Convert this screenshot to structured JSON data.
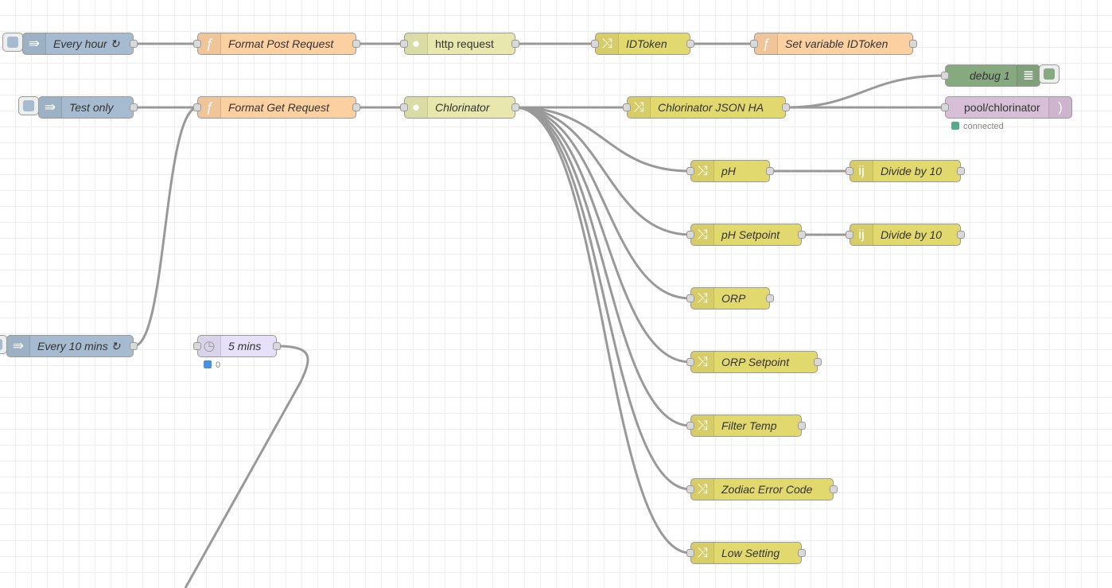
{
  "canvas": {
    "grid": true
  },
  "nodes": {
    "every_hour": {
      "label": "Every hour ↻",
      "icon": "arrow-in-icon"
    },
    "format_post": {
      "label": "Format Post Request",
      "icon": "function-icon"
    },
    "http_request": {
      "label": "http request",
      "icon": "globe-icon"
    },
    "idtoken": {
      "label": "IDToken",
      "icon": "shuffle-icon"
    },
    "set_idtoken": {
      "label": "Set variable IDToken",
      "icon": "function-icon"
    },
    "debug1": {
      "label": "debug 1",
      "icon": "debug-list-icon"
    },
    "test_only": {
      "label": "Test only",
      "icon": "arrow-in-icon"
    },
    "format_get": {
      "label": "Format Get Request",
      "icon": "function-icon"
    },
    "chlorinator": {
      "label": "Chlorinator",
      "icon": "globe-icon"
    },
    "chlorinator_json": {
      "label": "Chlorinator JSON HA",
      "icon": "shuffle-icon"
    },
    "mqtt": {
      "label": "pool/chlorinator",
      "icon": "wifi-icon",
      "status": "connected",
      "status_color": "#5a8"
    },
    "ph": {
      "label": "pH",
      "icon": "shuffle-icon"
    },
    "ph_div": {
      "label": "Divide by 10",
      "icon": "range-icon"
    },
    "ph_setpoint": {
      "label": "pH Setpoint",
      "icon": "shuffle-icon"
    },
    "ph_setpoint_div": {
      "label": "Divide by 10",
      "icon": "range-icon"
    },
    "orp": {
      "label": "ORP",
      "icon": "shuffle-icon"
    },
    "every10": {
      "label": "Every 10 mins ↻",
      "icon": "arrow-in-icon"
    },
    "five_mins": {
      "label": "5 mins",
      "icon": "timer-icon",
      "status": "0",
      "status_color": "#4a90e2"
    },
    "orp_setpoint": {
      "label": "ORP Setpoint",
      "icon": "shuffle-icon"
    },
    "filter_temp": {
      "label": "Filter Temp",
      "icon": "shuffle-icon"
    },
    "zodiac_error": {
      "label": "Zodiac Error Code",
      "icon": "shuffle-icon"
    },
    "low_setting": {
      "label": "Low Setting",
      "icon": "shuffle-icon"
    }
  },
  "colors": {
    "inject": "#a6bbcf",
    "function": "#fdd0a2",
    "http": "#e7e7ae",
    "change": "#e2d96e",
    "debug": "#87a980",
    "mqtt": "#d8bfd8",
    "delay": "#e6e0f8",
    "wire": "#999999"
  }
}
